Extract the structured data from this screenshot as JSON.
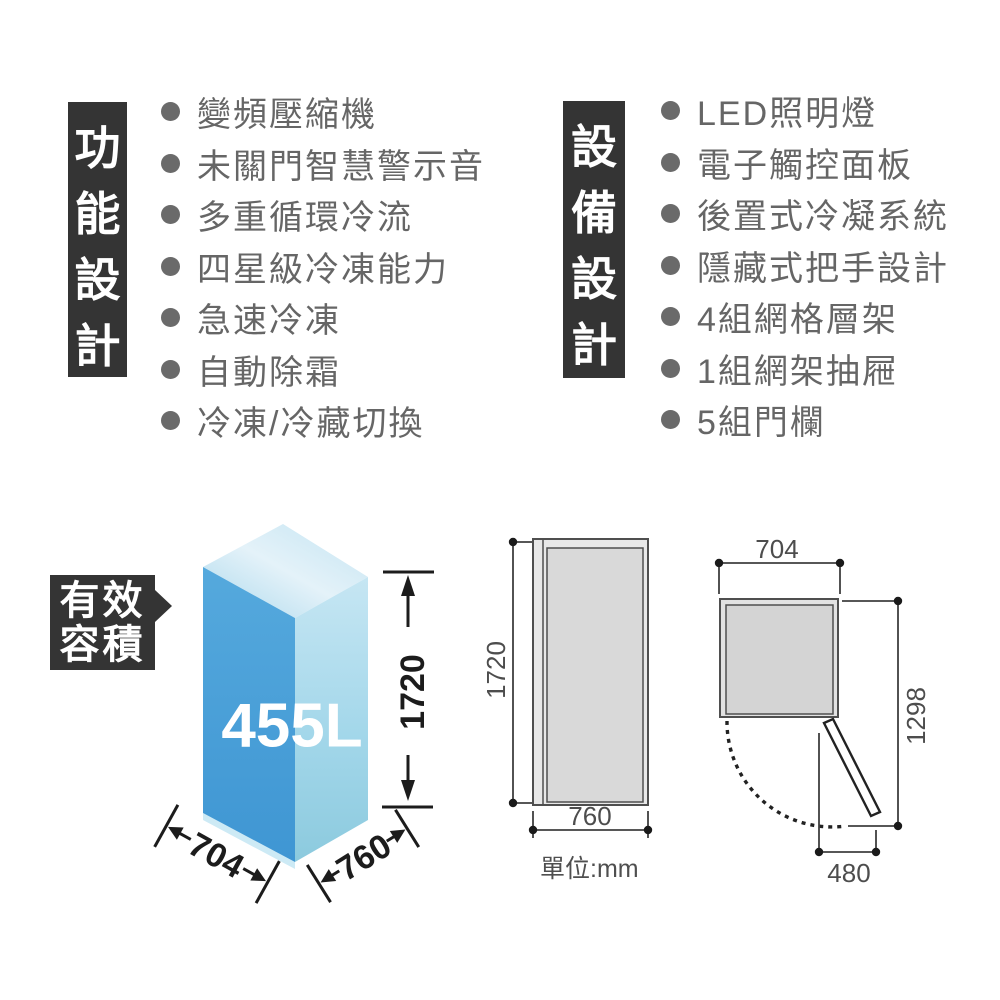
{
  "features_left": {
    "banner_chars": [
      "功",
      "能",
      "設",
      "計"
    ],
    "items": [
      "變頻壓縮機",
      "未關門智慧警示音",
      "多重循環冷流",
      "四星級冷凍能力",
      "急速冷凍",
      "自動除霜",
      "冷凍/冷藏切換"
    ]
  },
  "features_right": {
    "banner_chars": [
      "設",
      "備",
      "設",
      "計"
    ],
    "items": [
      "LED照明燈",
      "電子觸控面板",
      "後置式冷凝系統",
      "隱藏式把手設計",
      "4組網格層架",
      "1組網架抽屜",
      "5組門欄"
    ]
  },
  "capacity": {
    "label_lines": [
      "有效",
      "容積"
    ],
    "volume_label": "455L",
    "height": "1720",
    "width": "704",
    "depth": "760"
  },
  "side_view": {
    "height_label": "1720",
    "width_label": "760",
    "unit_label": "單位:mm"
  },
  "top_view": {
    "width_label": "704",
    "depth_label": "1298",
    "door_swing_label": "480"
  },
  "colors": {
    "banner_bg": "#343434",
    "list_text": "#666666",
    "dim_text_dark": "#1c1c1c",
    "diagram_gray": "#4f4f4f",
    "box_left_face": "#469fd8",
    "box_right_face": "#9bd2e6",
    "box_top_face": "#dcEEf8",
    "diagram_fill_outer": "#e8e8e8",
    "diagram_fill_inner": "#d9d9d9"
  }
}
